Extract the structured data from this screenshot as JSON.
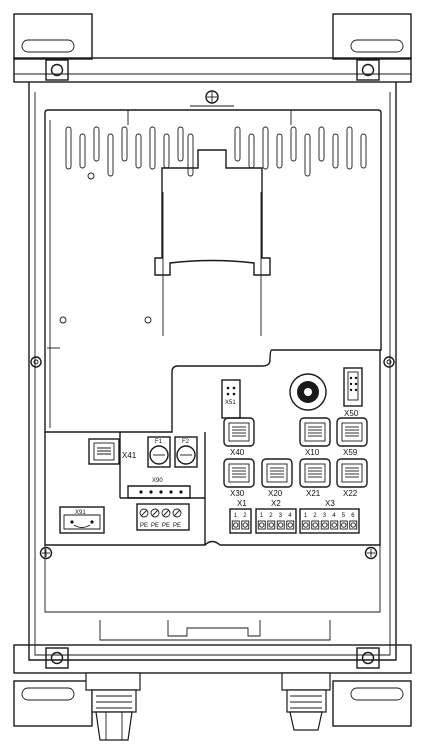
{
  "connectors": {
    "x41": "X41",
    "x90": "X90",
    "x91": "X91",
    "x51": "X51",
    "x50": "X50",
    "x40": "X40",
    "x10": "X10",
    "x59": "X59",
    "x30": "X30",
    "x20": "X20",
    "x21": "X21",
    "x22": "X22"
  },
  "terminals": {
    "x1": {
      "label": "X1",
      "pins": [
        "1",
        "2"
      ]
    },
    "x2": {
      "label": "X2",
      "pins": [
        "1",
        "2",
        "3",
        "4"
      ]
    },
    "x3": {
      "label": "X3",
      "pins": [
        "1",
        "2",
        "3",
        "4",
        "5",
        "6"
      ]
    }
  },
  "fuse_labels": [
    "F1",
    "F2"
  ],
  "pe_labels": [
    "PE",
    "PE",
    "PE",
    "PE"
  ]
}
